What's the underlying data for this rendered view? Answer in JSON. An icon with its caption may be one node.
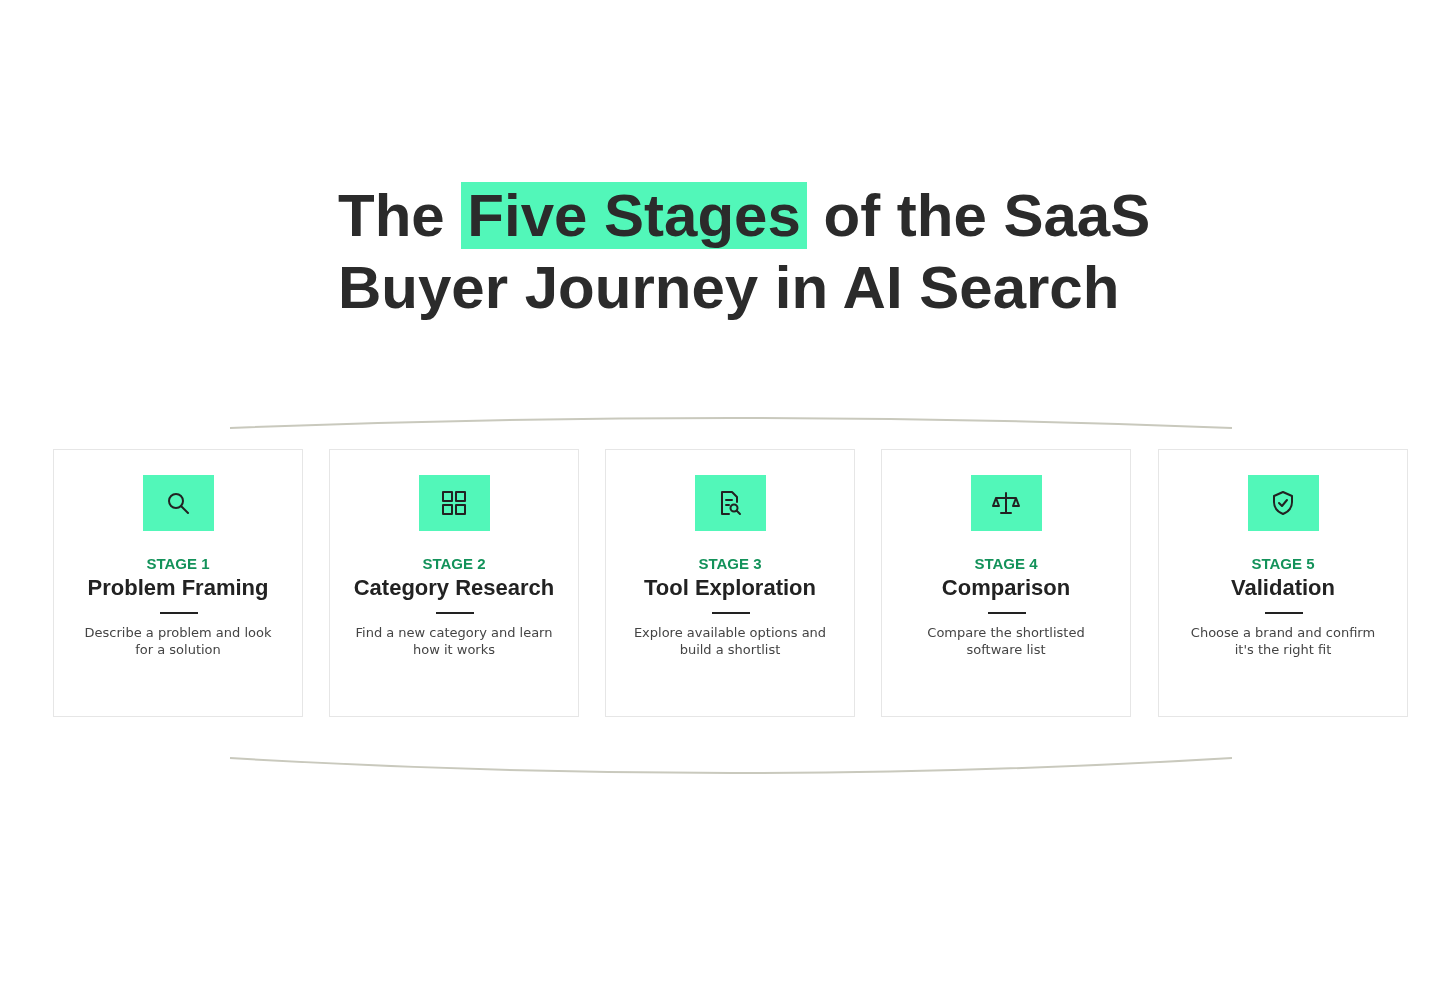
{
  "diagram": {
    "title": "The **Five Stages** of the SaaS Buyer Journey in AI Search",
    "nodes": [
      {
        "text": [
          "STAGE 1",
          "Problem Framing",
          "Describe a problem and look for a solution"
        ]
      },
      {
        "text": [
          "STAGE 2",
          "Category Research",
          "Find a new category and learn how it works"
        ]
      },
      {
        "text": [
          "STAGE 3",
          "Tool Exploration",
          "Explore available options and build a shortlist"
        ]
      },
      {
        "text": [
          "STAGE 4",
          "Comparison",
          "Compare the shortlisted software list"
        ]
      },
      {
        "text": [
          "STAGE 5",
          "Validation",
          "Choose a brand and confirm it's the right fit"
        ]
      }
    ],
    "edges": []
  }
}
